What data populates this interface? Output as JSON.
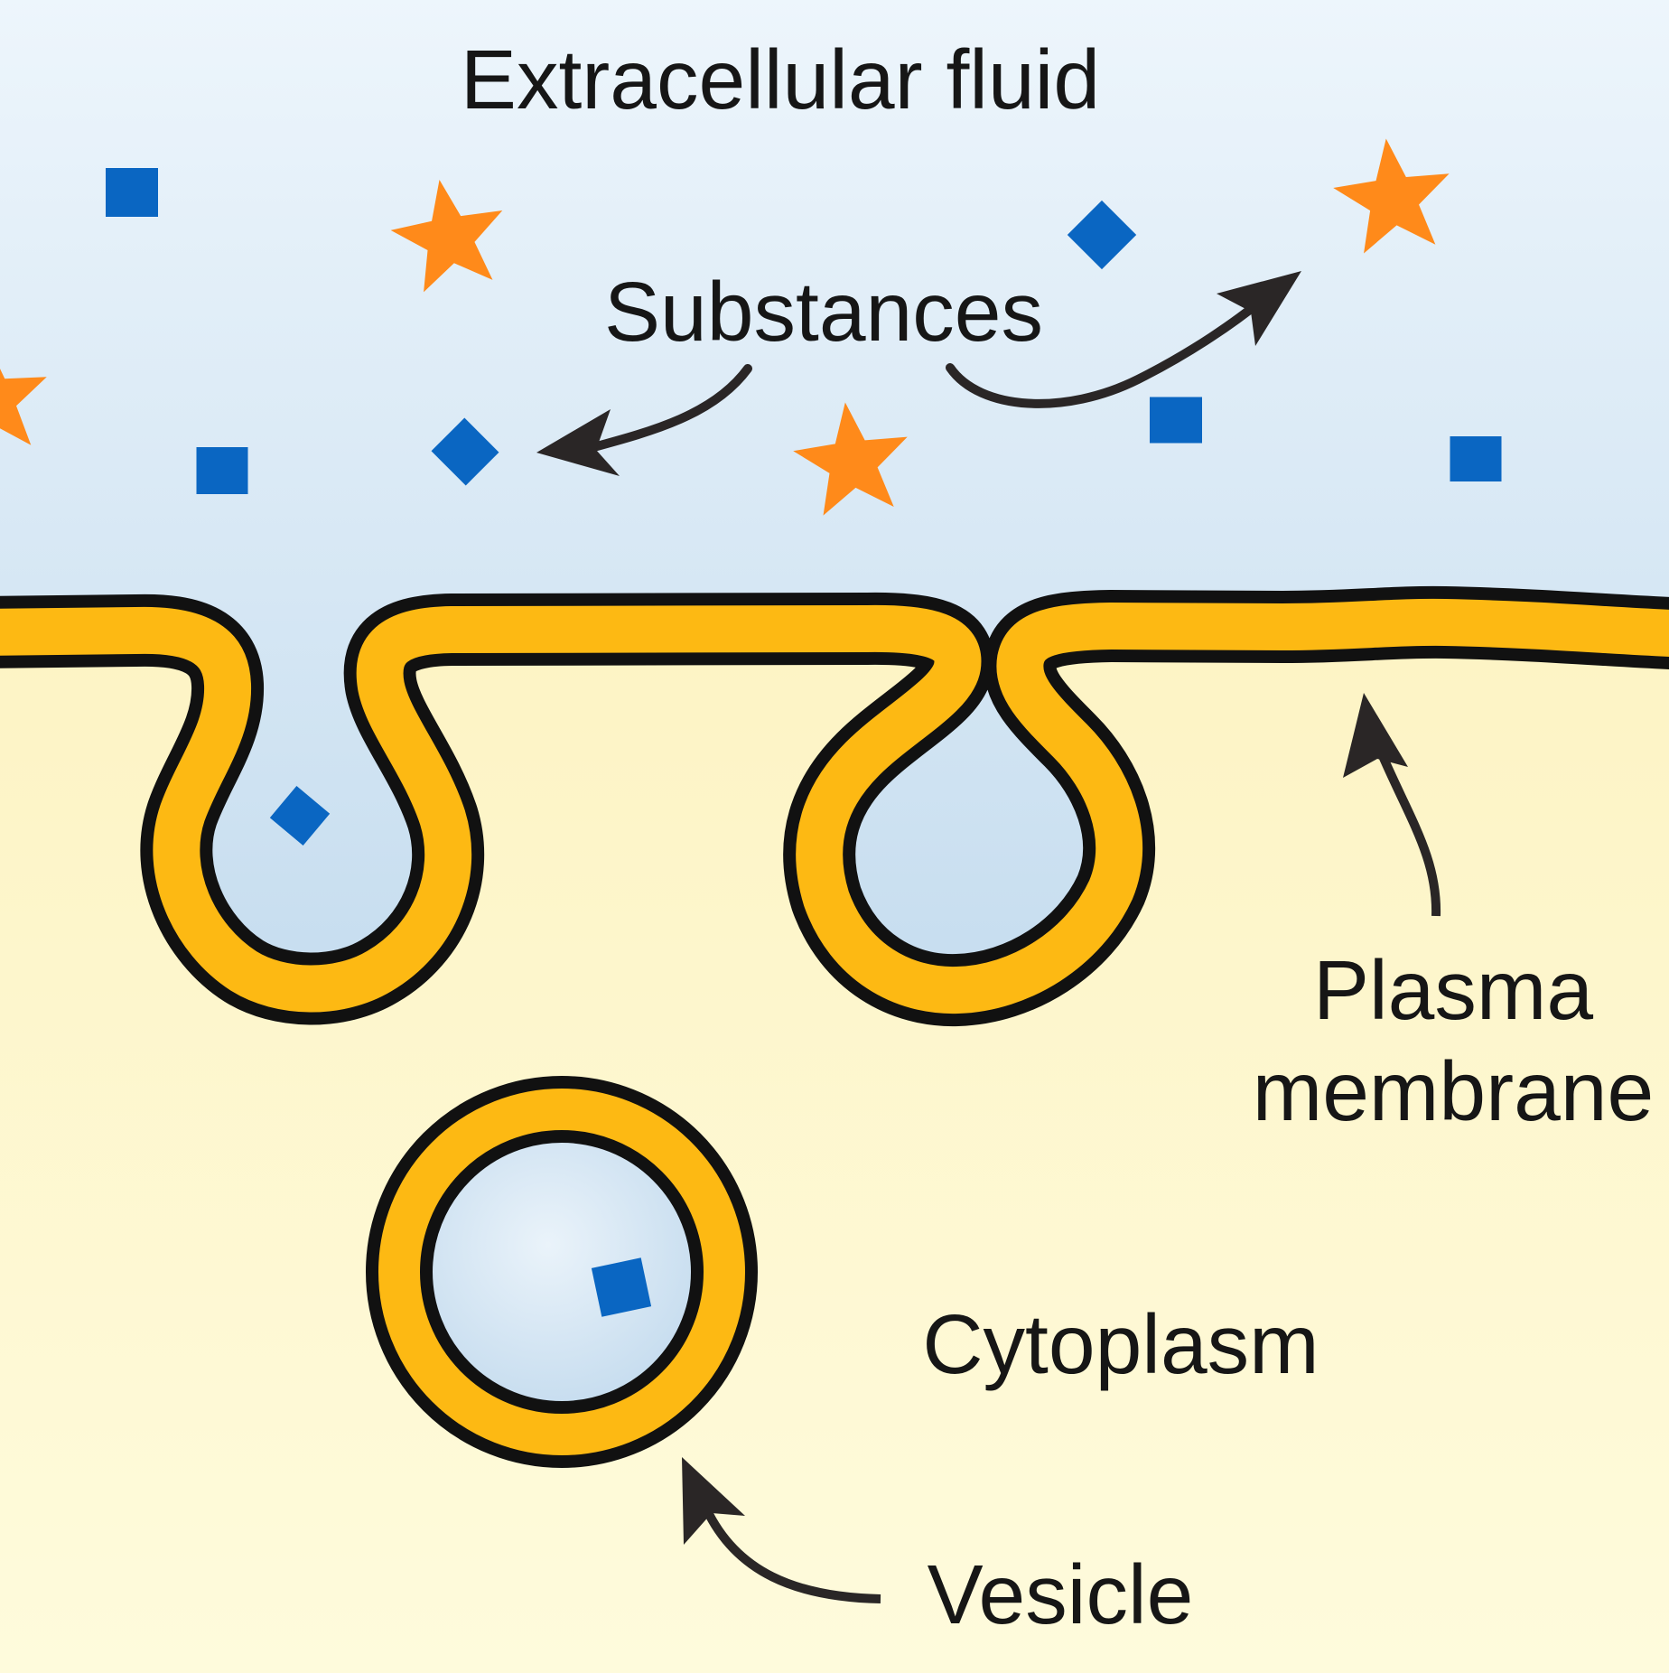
{
  "diagram": {
    "title": "Endocytosis",
    "labels": {
      "extracellular": "Extracellular fluid",
      "substances": "Substances",
      "plasma_membrane_line1": "Plasma",
      "plasma_membrane_line2": "membrane",
      "cytoplasm": "Cytoplasm",
      "vesicle": "Vesicle"
    },
    "colors": {
      "extracellular_top": "#eef6fc",
      "extracellular_bottom": "#c6ddef",
      "cytoplasm_top": "#fcefb6",
      "cytoplasm_bottom": "#fefbdc",
      "membrane_fill": "#fdb913",
      "membrane_outline": "#111111",
      "substance_square": "#0a66c2",
      "substance_star": "#ff8a1a",
      "text": "#161616",
      "arrow": "#2a2626"
    },
    "substances": {
      "squares_count": 4,
      "diamonds_count": 2,
      "stars_count": 4,
      "inside_invagination": 1,
      "inside_vesicle": 1
    }
  }
}
